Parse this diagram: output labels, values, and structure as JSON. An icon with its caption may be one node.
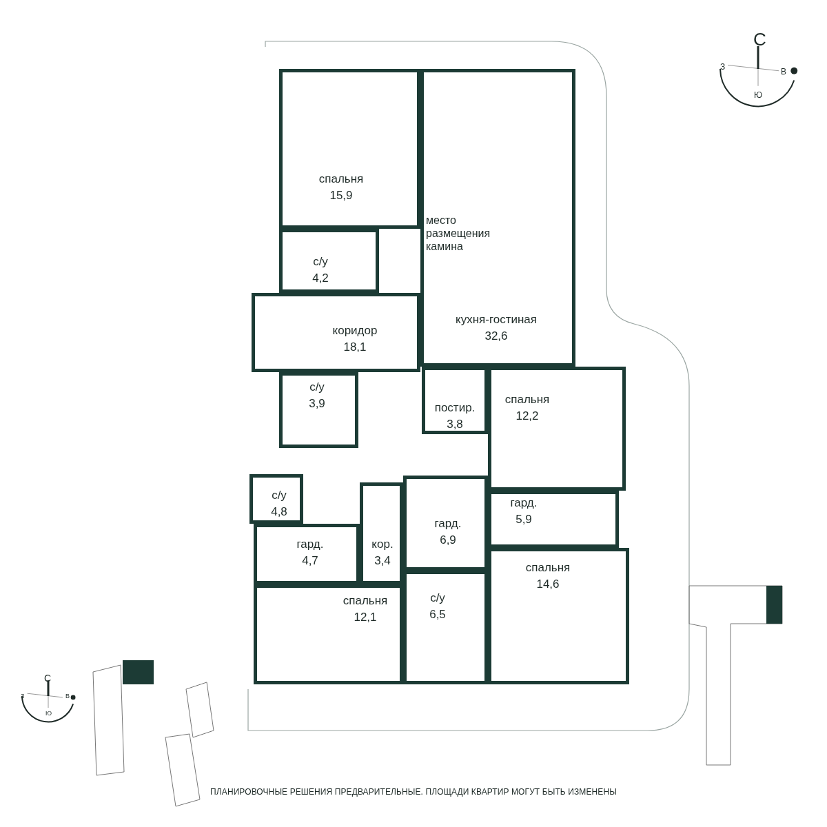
{
  "diagram": {
    "caption": "ПЛАНИРОВОЧНЫЕ РЕШЕНИЯ ПРЕДВАРИТЕЛЬНЫЕ. ПЛОЩАДИ КВАРТИР МОГУТ БЫТЬ ИЗМЕНЕНЫ",
    "nodes": [
      {
        "text": [
          "спальня",
          "15,9"
        ]
      },
      {
        "text": [
          "кухня-гостиная",
          "32,6"
        ]
      },
      {
        "text": [
          "с/у",
          "4,2"
        ]
      },
      {
        "text": [
          "коридор",
          "18,1"
        ]
      },
      {
        "text": [
          "с/у",
          "3,9"
        ]
      },
      {
        "text": [
          "постир.",
          "3,8"
        ]
      },
      {
        "text": [
          "спальня",
          "12,2"
        ]
      },
      {
        "text": [
          "с/у",
          "4,8"
        ]
      },
      {
        "text": [
          "гард.",
          "4,7"
        ]
      },
      {
        "text": [
          "кор.",
          "3,4"
        ]
      },
      {
        "text": [
          "гард.",
          "6,9"
        ]
      },
      {
        "text": [
          "гард.",
          "5,9"
        ]
      },
      {
        "text": [
          "спальня",
          "12,1"
        ]
      },
      {
        "text": [
          "с/у",
          "6,5"
        ]
      },
      {
        "text": [
          "спальня",
          "14,6"
        ]
      }
    ],
    "labels": [
      "С",
      "З",
      "В",
      "Ю",
      "место размещения камина",
      "С",
      "З",
      "В",
      "Ю"
    ]
  }
}
